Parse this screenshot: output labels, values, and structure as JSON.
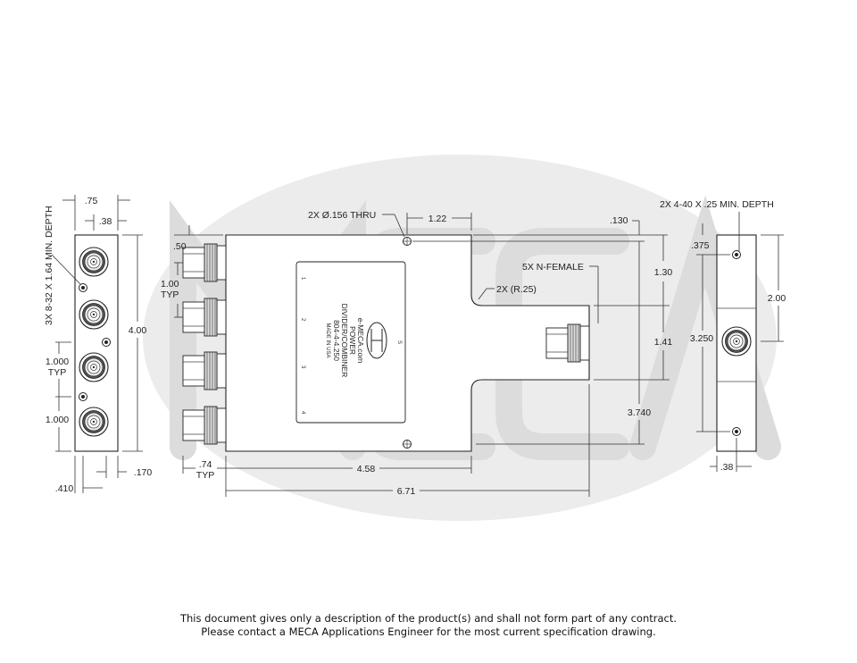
{
  "watermark": {
    "text": "MECA",
    "color": "#d9d9d9"
  },
  "left_view": {
    "dims": {
      "width": ".75",
      "inset": ".38",
      "height": "4.00",
      "pitch1": "1.000",
      "pitch1_typ": "TYP",
      "pitch2": "1.000",
      "bottom_inset": ".170",
      "bottom_offset": ".410"
    },
    "hole_note": "3X 8-32 X 1.64 MIN. DEPTH"
  },
  "main_view": {
    "dims": {
      "top_offset": ".50",
      "pitch": "1.00",
      "pitch_typ": "TYP",
      "conn_len": ".74",
      "conn_len_typ": "TYP",
      "body_len": "4.58",
      "total_len": "6.71",
      "hole_offset": "1.22",
      "edge": ".130",
      "step_height": "1.30",
      "center": "1.41",
      "overall_height": "3.740"
    },
    "callouts": {
      "thru_holes": "2X Ø.156 THRU",
      "radius": "2X (R.25)",
      "connectors": "5X N-FEMALE"
    },
    "label": {
      "lines": [
        "e-MECA.com",
        "POWER",
        "DIVIDER/COMBINER",
        "804-4-4.250",
        "MADE IN USA"
      ],
      "port_numbers": [
        "1",
        "2",
        "3",
        "4"
      ],
      "sum_port": "S"
    }
  },
  "right_view": {
    "dims": {
      "top_inset": ".375",
      "height": "3.250",
      "half": "2.00",
      "width": ".38"
    },
    "hole_note": "2X 4-40 X .25 MIN. DEPTH"
  },
  "disclaimer": {
    "line1": "This document gives only a description of the product(s) and shall not form part of any contract.",
    "line2": "Please contact a MECA Applications Engineer for the most current specification drawing."
  }
}
